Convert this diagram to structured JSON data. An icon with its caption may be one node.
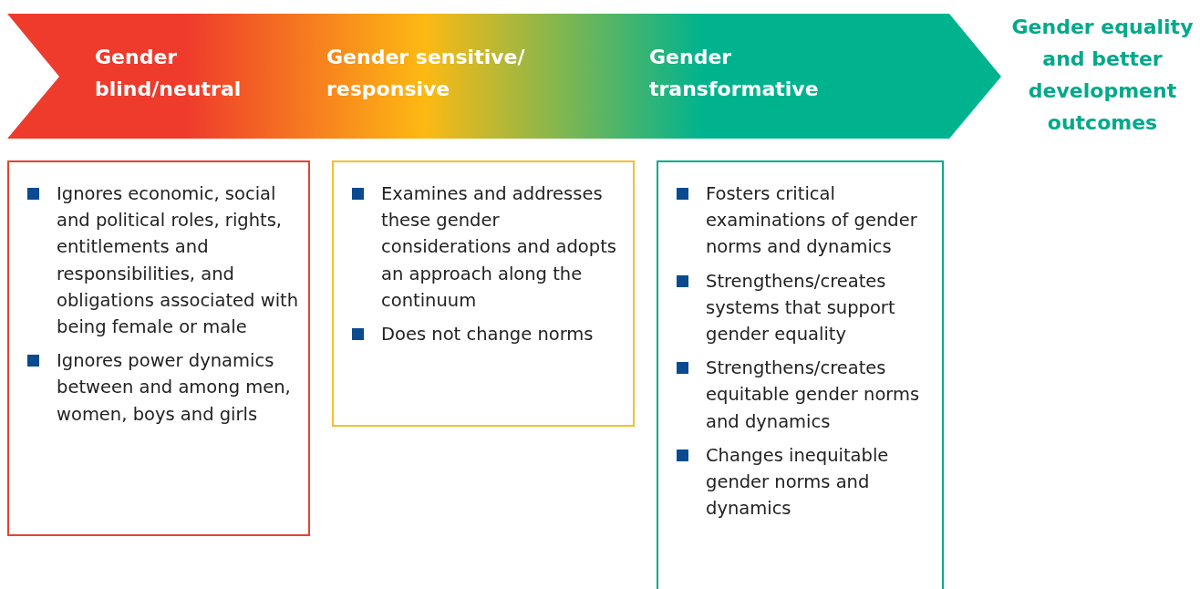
{
  "diagram": {
    "nodes": [
      {
        "text": [
          "Gender blind/neutral",
          "Gender sensitive/ responsive",
          "Gender transformative"
        ]
      },
      {
        "text": [
          "Gender equality and better development outcomes"
        ]
      },
      {
        "text": [
          "Ignores economic, social and political roles, rights, entitlements and responsibilities, and obligations associated with being female or male",
          "Ignores power dynamics between and among men, women, boys and girls"
        ]
      },
      {
        "text": [
          "Examines and addresses these gender considerations and adopts an approach along the continuum",
          "Does not change norms"
        ]
      },
      {
        "text": [
          "Fosters critical examinations of gender norms and dynamics",
          "Strengthens/creates systems that support gender equality",
          "Strengthens/creates equitable gender norms and dynamics",
          "Changes inequitable gender norms and dynamics"
        ]
      }
    ]
  }
}
